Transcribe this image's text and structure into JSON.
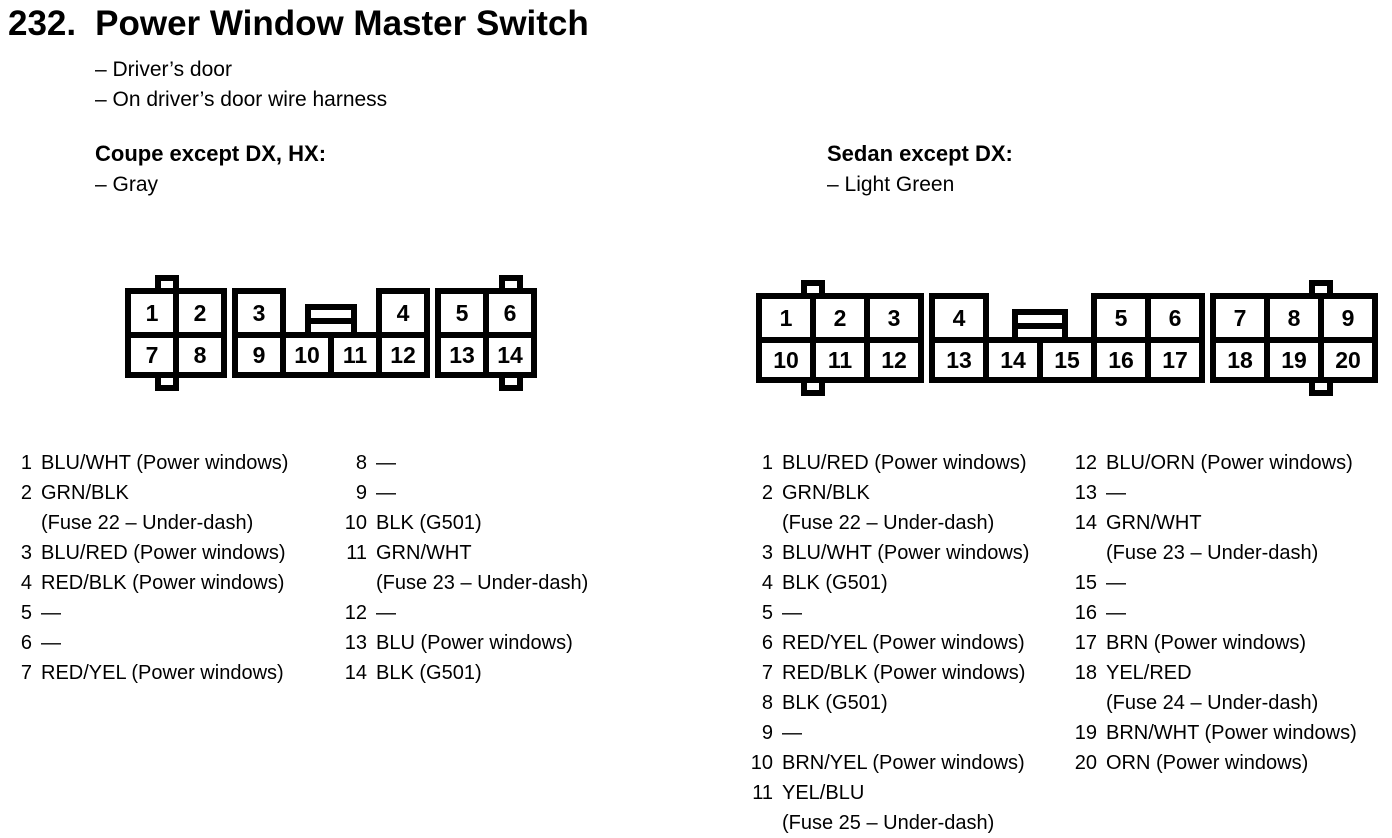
{
  "header": {
    "number": "232.",
    "title": "Power Window Master Switch",
    "bullets": [
      "– Driver’s door",
      "– On driver’s door wire harness"
    ]
  },
  "coupe": {
    "heading": "Coupe except DX, HX:",
    "color_note": "– Gray",
    "connector": {
      "top_groups": [
        [
          "1",
          "2"
        ],
        [
          "3"
        ],
        [
          "4"
        ],
        [
          "5",
          "6"
        ]
      ],
      "bottom_groups": [
        [
          "7",
          "8"
        ],
        [
          "9",
          "10",
          "11",
          "12"
        ],
        [
          "13",
          "14"
        ]
      ]
    },
    "legend": {
      "col1": [
        {
          "num": "1",
          "text": "BLU/WHT (Power windows)"
        },
        {
          "num": "2",
          "text": "GRN/BLK"
        },
        {
          "num": "",
          "text": "(Fuse 22 – Under-dash)"
        },
        {
          "num": "3",
          "text": "BLU/RED (Power windows)"
        },
        {
          "num": "4",
          "text": "RED/BLK (Power windows)"
        },
        {
          "num": "5",
          "text": "—"
        },
        {
          "num": "6",
          "text": "—"
        },
        {
          "num": "7",
          "text": "RED/YEL (Power windows)"
        }
      ],
      "col2": [
        {
          "num": "8",
          "text": "—"
        },
        {
          "num": "9",
          "text": "—"
        },
        {
          "num": "10",
          "text": "BLK (G501)"
        },
        {
          "num": "11",
          "text": "GRN/WHT"
        },
        {
          "num": "",
          "text": "(Fuse 23 – Under-dash)"
        },
        {
          "num": "12",
          "text": "—"
        },
        {
          "num": "13",
          "text": "BLU (Power windows)"
        },
        {
          "num": "14",
          "text": "BLK (G501)"
        }
      ]
    }
  },
  "sedan": {
    "heading": "Sedan except DX:",
    "color_note": "– Light Green",
    "connector": {
      "top_groups": [
        [
          "1",
          "2",
          "3"
        ],
        [
          "4"
        ],
        [
          "5",
          "6"
        ],
        [
          "7",
          "8",
          "9"
        ]
      ],
      "bottom_groups": [
        [
          "10",
          "11",
          "12"
        ],
        [
          "13",
          "14",
          "15",
          "16",
          "17"
        ],
        [
          "18",
          "19",
          "20"
        ]
      ]
    },
    "legend": {
      "col1": [
        {
          "num": "1",
          "text": "BLU/RED (Power windows)"
        },
        {
          "num": "2",
          "text": "GRN/BLK"
        },
        {
          "num": "",
          "text": "(Fuse 22 – Under-dash)"
        },
        {
          "num": "3",
          "text": "BLU/WHT (Power windows)"
        },
        {
          "num": "4",
          "text": "BLK (G501)"
        },
        {
          "num": "5",
          "text": "—"
        },
        {
          "num": "6",
          "text": "RED/YEL (Power windows)"
        },
        {
          "num": "7",
          "text": "RED/BLK (Power windows)"
        },
        {
          "num": "8",
          "text": "BLK (G501)"
        },
        {
          "num": "9",
          "text": "—"
        },
        {
          "num": "10",
          "text": "BRN/YEL (Power windows)"
        },
        {
          "num": "11",
          "text": "YEL/BLU"
        },
        {
          "num": "",
          "text": "(Fuse 25 – Under-dash)"
        }
      ],
      "col2": [
        {
          "num": "12",
          "text": "BLU/ORN (Power windows)"
        },
        {
          "num": "13",
          "text": "—"
        },
        {
          "num": "14",
          "text": "GRN/WHT"
        },
        {
          "num": "",
          "text": "(Fuse 23 – Under-dash)"
        },
        {
          "num": "15",
          "text": "—"
        },
        {
          "num": "16",
          "text": "—"
        },
        {
          "num": "17",
          "text": "BRN (Power windows)"
        },
        {
          "num": "18",
          "text": "YEL/RED"
        },
        {
          "num": "",
          "text": "(Fuse 24 – Under-dash)"
        },
        {
          "num": "19",
          "text": "BRN/WHT (Power windows)"
        },
        {
          "num": "20",
          "text": "ORN (Power windows)"
        }
      ]
    }
  }
}
